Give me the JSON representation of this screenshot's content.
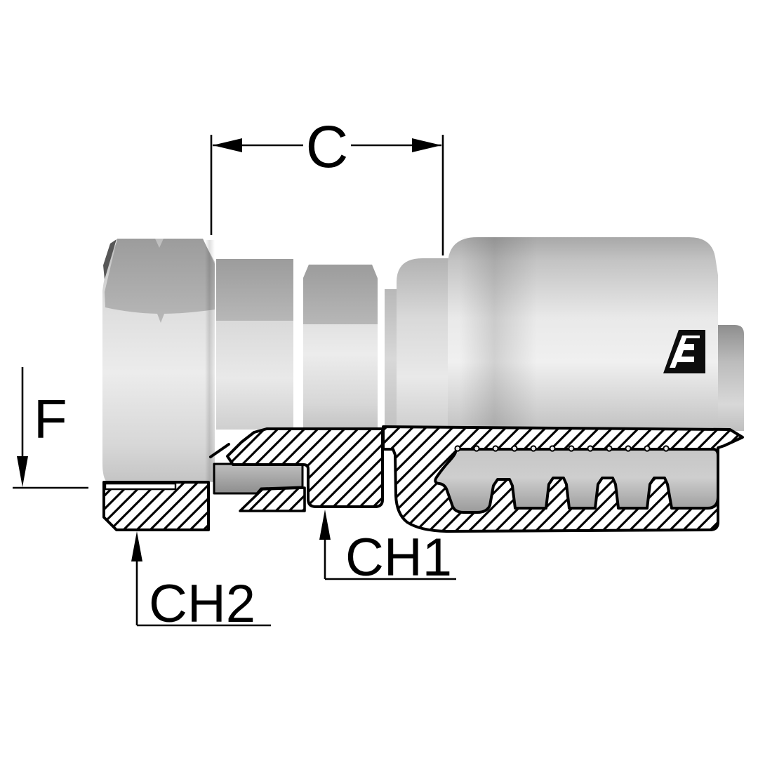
{
  "drawing": {
    "type": "technical-section-drawing",
    "subject": "hydraulic hose fitting - female swivel with crimp ferrule",
    "labels": {
      "c": "C",
      "f": "F",
      "ch1": "CH1",
      "ch2": "CH2"
    },
    "logo": {
      "icon": "alfagomma-logo"
    },
    "colors": {
      "background": "#ffffff",
      "line": "#000000",
      "metal_light": "#ededed",
      "metal_mid": "#c9c9c9",
      "metal_dark": "#9f9f9f"
    }
  }
}
